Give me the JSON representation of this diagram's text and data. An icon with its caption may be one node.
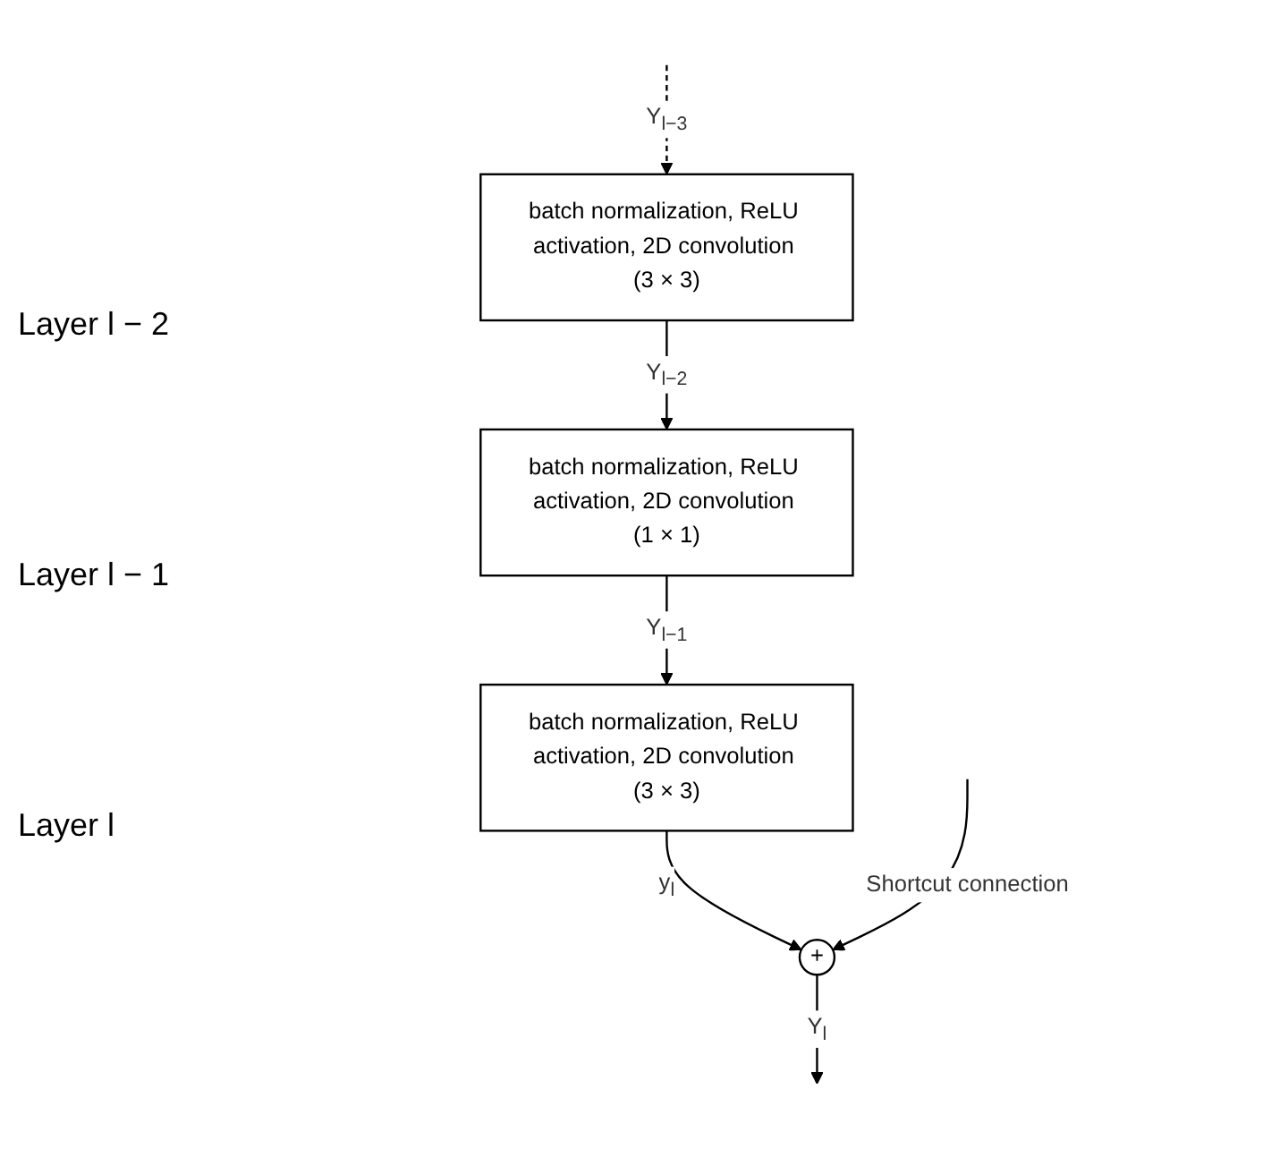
{
  "diagram": {
    "nodes": [
      {
        "text": [
          "batch normalization, ReLU activation, 2D convolution (3 × 3)"
        ]
      },
      {
        "text": [
          "batch normalization, ReLU activation, 2D convolution (1 × 1)"
        ]
      },
      {
        "text": [
          "batch normalization, ReLU activation, 2D convolution (3 × 3)"
        ]
      },
      {
        "text": [
          "+"
        ]
      }
    ],
    "edges": [
      {
        "from": null,
        "to": 0,
        "arrow": "to",
        "label": "Y$_{l−3}$",
        "style": "dashed"
      },
      {
        "from": 0,
        "to": 1,
        "arrow": "to",
        "label": "Y$_{l−2}$"
      },
      {
        "from": 1,
        "to": 2,
        "arrow": "to",
        "label": "Y$_{l−1}$"
      },
      {
        "from": 2,
        "to": 3,
        "arrow": "to",
        "label": "y$_{l}$"
      },
      {
        "from": 3,
        "to": null,
        "arrow": "to",
        "label": "Y$_{l}$"
      },
      {
        "from": null,
        "to": 3,
        "arrow": "to",
        "label": "Shortcut connection"
      }
    ],
    "labels": [
      "Layer l − 2",
      "Layer l − 1",
      "Layer l"
    ]
  }
}
